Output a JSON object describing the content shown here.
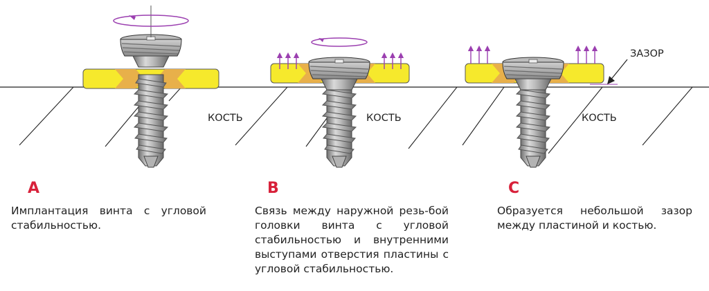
{
  "colors": {
    "accent_letter": "#d8213a",
    "plate_fill": "#f6e92c",
    "plate_contact": "#e8b04a",
    "arrow_purple": "#9b3fb0",
    "screw_metal": "#a9a9a9",
    "line": "#222222"
  },
  "panels": [
    {
      "letter": "A",
      "bone_label": "КОСТЬ",
      "caption": "Имплантация винта с угловой стабильностью."
    },
    {
      "letter": "B",
      "bone_label": "КОСТЬ",
      "caption": "Связь между наружной резь-бой головки винта с угловой стабильностью и внутренними выступами отверстия пластины с угловой стабильностью."
    },
    {
      "letter": "C",
      "bone_label": "КОСТЬ",
      "gap_label": "ЗАЗОР",
      "caption": "Образуется небольшой зазор между пластиной и костью."
    }
  ],
  "icons": [
    "rotation-arrow-icon",
    "up-arrow-icon",
    "gap-pointer-arrow-icon"
  ]
}
